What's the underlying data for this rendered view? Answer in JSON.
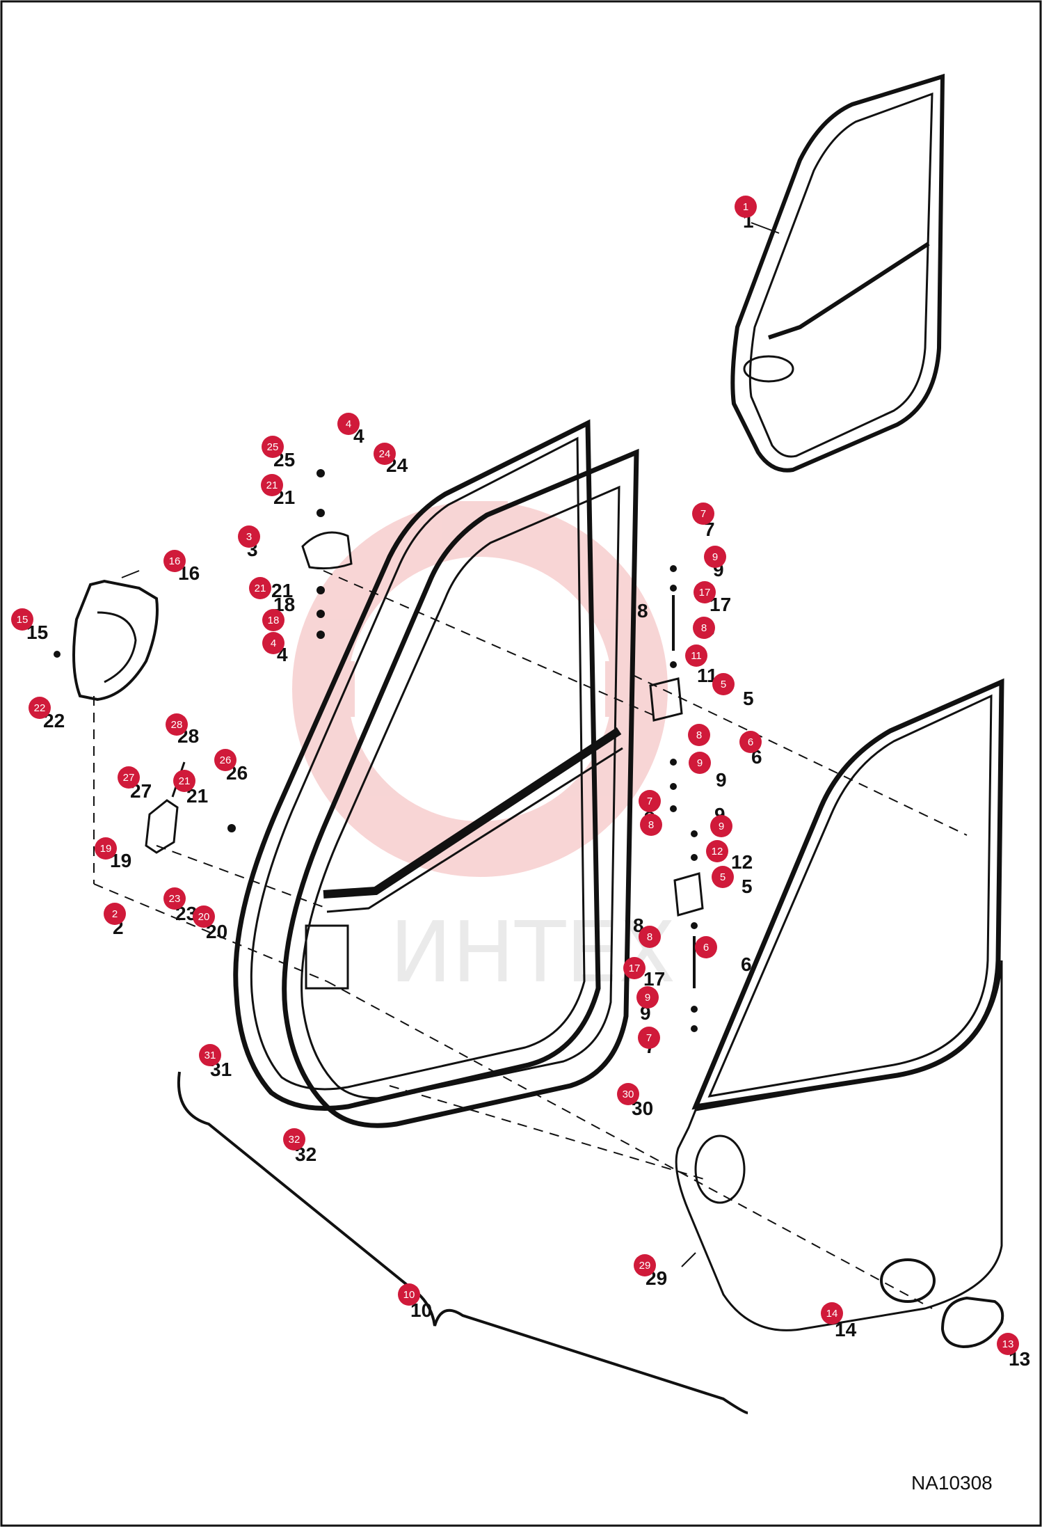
{
  "diagram": {
    "drawing_code": "NA10308",
    "watermark_text": "ИНТЕХ",
    "badge_color": "#d01a3a",
    "line_color": "#111111",
    "watermark_color": "#f2b3b3",
    "callouts": [
      {
        "n": "1"
      },
      {
        "n": "2"
      },
      {
        "n": "3"
      },
      {
        "n": "4"
      },
      {
        "n": "5"
      },
      {
        "n": "6"
      },
      {
        "n": "7"
      },
      {
        "n": "8"
      },
      {
        "n": "9"
      },
      {
        "n": "10"
      },
      {
        "n": "11"
      },
      {
        "n": "12"
      },
      {
        "n": "13"
      },
      {
        "n": "14"
      },
      {
        "n": "15"
      },
      {
        "n": "16"
      },
      {
        "n": "17"
      },
      {
        "n": "18"
      },
      {
        "n": "19"
      },
      {
        "n": "20"
      },
      {
        "n": "21"
      },
      {
        "n": "22"
      },
      {
        "n": "23"
      },
      {
        "n": "24"
      },
      {
        "n": "25"
      },
      {
        "n": "26"
      },
      {
        "n": "27"
      },
      {
        "n": "28"
      },
      {
        "n": "29"
      },
      {
        "n": "30"
      },
      {
        "n": "31"
      },
      {
        "n": "32"
      }
    ],
    "extra_labels": [
      {
        "n": "4"
      },
      {
        "n": "21"
      },
      {
        "n": "21"
      },
      {
        "n": "5"
      },
      {
        "n": "6"
      },
      {
        "n": "7"
      },
      {
        "n": "7"
      },
      {
        "n": "8"
      },
      {
        "n": "8"
      },
      {
        "n": "8"
      },
      {
        "n": "9"
      },
      {
        "n": "9"
      },
      {
        "n": "9"
      },
      {
        "n": "17"
      }
    ]
  }
}
